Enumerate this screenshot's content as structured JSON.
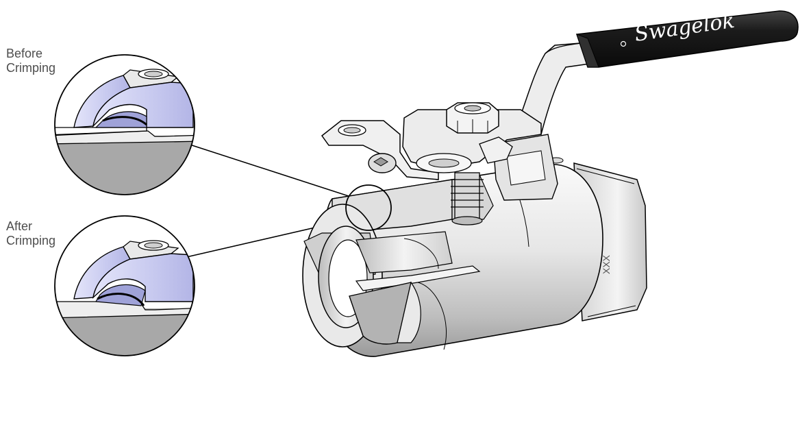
{
  "callouts": {
    "before": {
      "line1": "Before",
      "line2": "Crimping"
    },
    "after": {
      "line1": "After",
      "line2": "Crimping"
    }
  },
  "valve": {
    "handle_brand": "Swagelok",
    "body_marking": "XXX"
  },
  "colors": {
    "label_text": "#4d4d4d",
    "section_blue": "#c7c9ef",
    "metal_light": "#f2f2f2",
    "metal_shadow": "#a9a9a9",
    "handle_grip": "#1a1a1a",
    "outline": "#000000"
  }
}
